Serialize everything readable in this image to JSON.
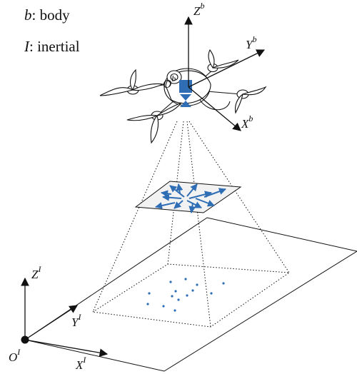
{
  "legend": {
    "body_symbol": "b",
    "body_text": ": body",
    "inertial_symbol": "I",
    "inertial_text": ": inertial"
  },
  "body_frame": {
    "origin": {
      "base": "O",
      "sup": "b"
    },
    "z_axis": {
      "base": "Z",
      "sup": "b"
    },
    "y_axis": {
      "base": "Y",
      "sup": "b"
    },
    "x_axis": {
      "base": "X",
      "sup": "b"
    }
  },
  "inertial_frame": {
    "origin": {
      "base": "O",
      "sup": "I"
    },
    "z_axis": {
      "base": "Z",
      "sup": "I"
    },
    "y_axis": {
      "base": "Y",
      "sup": "I"
    },
    "x_axis": {
      "base": "X",
      "sup": "I"
    }
  },
  "colors": {
    "camera": "#2f6db5",
    "flow_arrows": "#2f6db5",
    "feature_points": "#2f6db5",
    "lines": "#111111",
    "image_plane": "#f2f2f2"
  },
  "icons": [
    "drone-icon",
    "camera-icon"
  ]
}
